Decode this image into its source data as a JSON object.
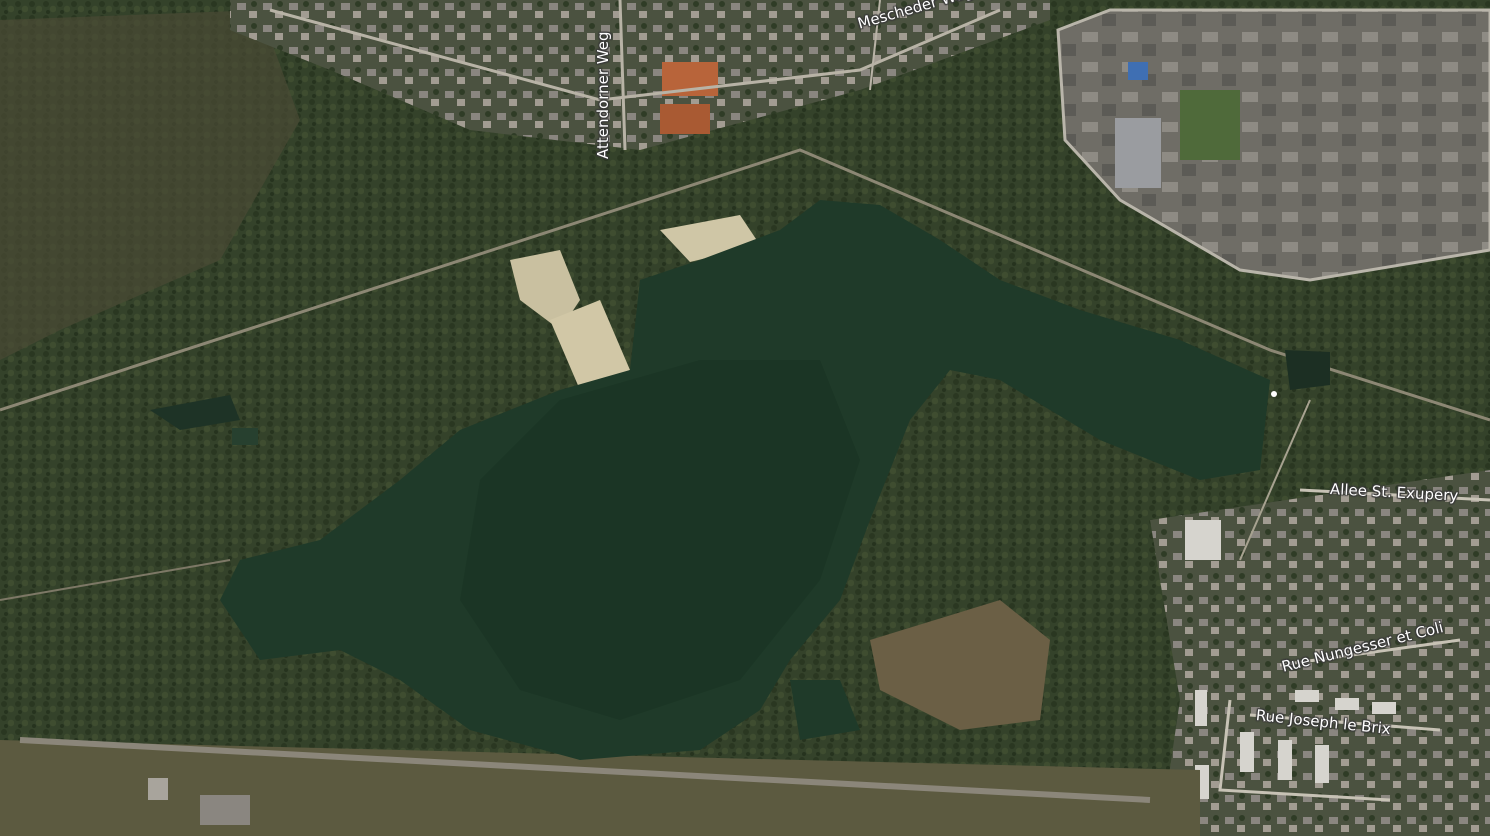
{
  "map": {
    "view": "satellite",
    "colors": {
      "forest_dark": "#2c3a22",
      "forest": "#3d4a2c",
      "clearing": "#5a5a3e",
      "lake": "#1e3a28",
      "lake_deep": "#173022",
      "sand": "#c8bd9a",
      "urban": "#6d6a62",
      "road": "#9a9488"
    },
    "street_labels": [
      {
        "name": "Mescheder Weg"
      },
      {
        "name": "Attendorner Weg"
      },
      {
        "name": "Allee St. Exupery"
      },
      {
        "name": "Rue Nungesser et Coli"
      },
      {
        "name": "Rue Joseph le Brix"
      }
    ]
  }
}
